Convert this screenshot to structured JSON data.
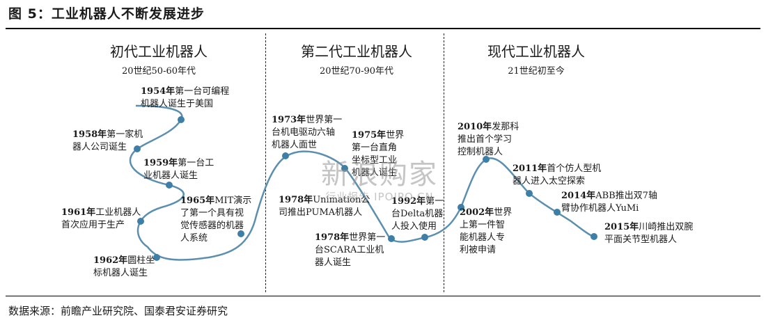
{
  "figure": {
    "title": "图 5：工业机器人不断发展进步",
    "source": "数据来源：前瞻产业研究院、国泰君安证券研究"
  },
  "eras": [
    {
      "title": "初代工业机器人",
      "period": "20世纪50-60年代"
    },
    {
      "title": "第二代工业机器人",
      "period": "20世纪70-90年代"
    },
    {
      "title": "现代工业机器人",
      "period": "21世纪初至今"
    }
  ],
  "milestones": [
    {
      "year": "1954年",
      "lines": [
        "第一台可编程",
        "机器人诞生于美国"
      ]
    },
    {
      "year": "1958年",
      "lines": [
        "第一家机",
        "器人公司诞生"
      ]
    },
    {
      "year": "1959年",
      "lines": [
        "第一台工",
        "业机器人诞生"
      ]
    },
    {
      "year": "1961年",
      "lines": [
        "工业机器人",
        "首次应用于生产"
      ]
    },
    {
      "year": "1962年",
      "lines": [
        "圆柱坐",
        "标机器人诞生"
      ]
    },
    {
      "year": "1965年",
      "lines": [
        "MIT演示",
        "了第一个具有视",
        "觉传感器的机器",
        "人系统"
      ]
    },
    {
      "year": "1973年",
      "lines": [
        "世界第一",
        "台机电驱动六轴",
        "机器人面世"
      ]
    },
    {
      "year": "1975年",
      "lines": [
        "世界",
        "第一台直角",
        "坐标型工业",
        "机器人诞生"
      ]
    },
    {
      "year": "1978年",
      "lines": [
        "Unimation公",
        "司推出PUMA机器人"
      ]
    },
    {
      "year": "1978年",
      "lines": [
        "世界第一",
        "台SCARA工业机",
        "器人诞生"
      ]
    },
    {
      "year": "1992年",
      "lines": [
        "第一",
        "台Delta机器",
        "人投入使用"
      ]
    },
    {
      "year": "2002年",
      "lines": [
        "世界",
        "上第一件智",
        "能机器人专",
        "利被申请"
      ]
    },
    {
      "year": "2010年",
      "lines": [
        "发那科",
        "推出首个学习",
        "控制机器人"
      ]
    },
    {
      "year": "2011年",
      "lines": [
        "首个仿人型机",
        "器人进入太空探索"
      ]
    },
    {
      "year": "2014年",
      "lines": [
        "ABB推出双7轴",
        "臂协作机器人YuMi"
      ]
    },
    {
      "year": "2015年",
      "lines": [
        "川崎推出双腕",
        "平面关节型机器人"
      ]
    }
  ],
  "watermark": {
    "main": "新浪购家",
    "sub": "行业报告 IPOIPO.CN"
  },
  "colors": {
    "curve": "#5b8fb0",
    "marker": "#3d7fa6",
    "rule": "#000000"
  }
}
